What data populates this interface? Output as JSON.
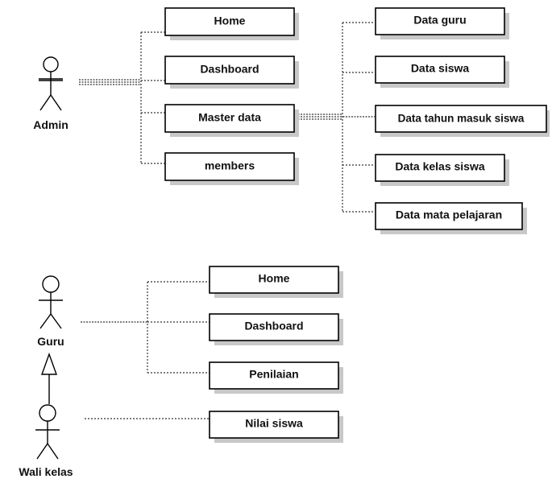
{
  "actors": {
    "admin": "Admin",
    "guru": "Guru",
    "wali": "Wali kelas"
  },
  "admin_menu": {
    "home": "Home",
    "dashboard": "Dashboard",
    "master_data": "Master data",
    "members": "members"
  },
  "master_data_items": {
    "data_guru": "Data guru",
    "data_siswa": "Data siswa",
    "data_tahun_masuk": "Data tahun masuk siswa",
    "data_kelas": "Data kelas siswa",
    "data_mapel": "Data mata pelajaran"
  },
  "guru_menu": {
    "home": "Home",
    "dashboard": "Dashboard",
    "penilaian": "Penilaian"
  },
  "wali_menu": {
    "nilai_siswa": "Nilai siswa"
  }
}
